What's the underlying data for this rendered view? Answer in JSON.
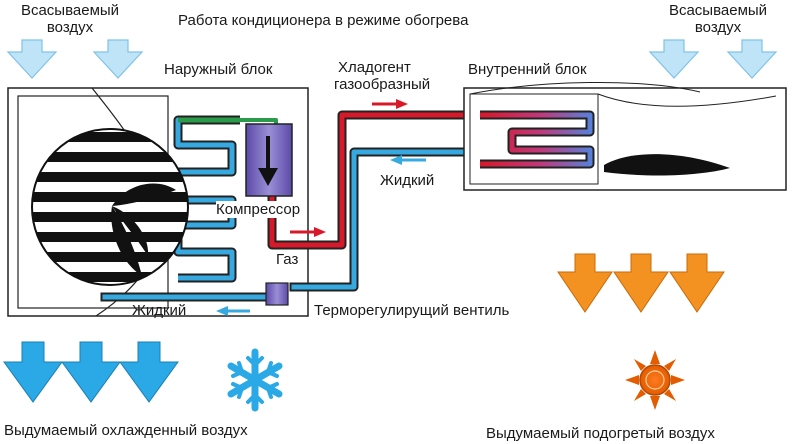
{
  "title": "Работа кондиционера  в режиме обогрева",
  "intake_air_left": [
    "Всасываемый",
    "воздух"
  ],
  "intake_air_right": [
    "Всасываемый",
    "воздух"
  ],
  "outdoor_unit": "Наружный блок",
  "indoor_unit": "Внутренний блок",
  "refrigerant": [
    "Хладогент",
    "газообразный"
  ],
  "liquid_upper": "Жидкий",
  "compressor": "Компрессор",
  "gas": "Газ",
  "liquid_lower": "Жидкий",
  "expansion_valve": "Терморегулирущий вентиль",
  "cooled_air": "Выдумаемый охлажденный воздух",
  "heated_air": "Выдумаемый подогретый воздух",
  "icons": [
    "snowflake-icon",
    "sun-icon",
    "compressor-icon",
    "fan-icon",
    "valve-icon"
  ],
  "colors": {
    "hot_pipe": "#d7192a",
    "cold_pipe": "#36a9e1",
    "intake_arrow": "#bfe4f7",
    "cold_air_arrow": "#2aa9e6",
    "warm_air_arrow": "#f39121",
    "compressor_body": "#7866b8",
    "fan": "#111111"
  }
}
